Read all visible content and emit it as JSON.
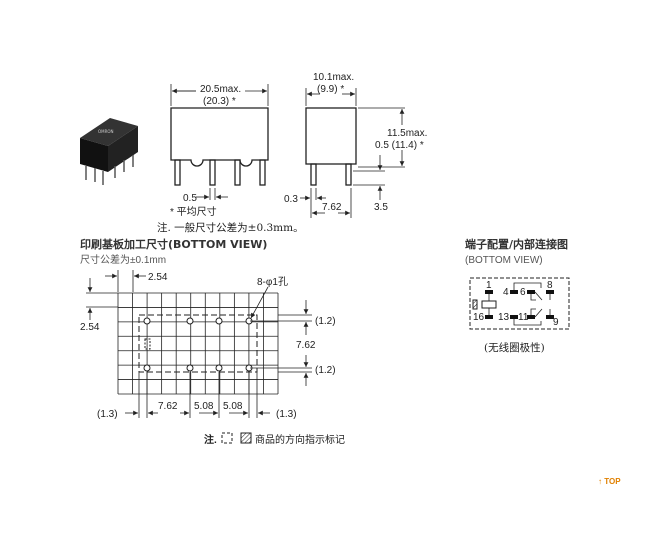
{
  "dimensions": {
    "front_width": "20.5max.",
    "front_width_avg": "(20.3) *",
    "side_width": "10.1max.",
    "side_width_avg": "(9.9) *",
    "height": "11.5max.",
    "height_avg": "0.5 (11.4) *",
    "pin_width_front": "0.5",
    "pin_width_side": "0.3",
    "pin_row_pitch": "7.62",
    "pin_length": "3.5",
    "avg_note": "* 平均尺寸",
    "tolerance_note": "注. 一般尺寸公差为±0.3mm。"
  },
  "pcb": {
    "title": "印刷基板加工尺寸(BOTTOM VIEW)",
    "tolerance": "尺寸公差为±0.1mm",
    "grid_x": "2.54",
    "grid_y": "2.54",
    "holes": "8-φ1孔",
    "margin_top": "(1.2)",
    "row_pitch": "7.62",
    "margin_bottom": "(1.2)",
    "margin_left": "(1.3)",
    "pitch_1": "7.62",
    "pitch_2": "5.08",
    "pitch_3": "5.08",
    "margin_right": "(1.3)",
    "note_prefix": "注.",
    "note_text": "商品的方向指示标记"
  },
  "terminal": {
    "title": "端子配置/内部连接图",
    "subtitle": "(BOTTOM VIEW)",
    "pins": [
      "1",
      "4",
      "6",
      "8",
      "16",
      "13",
      "11",
      "9"
    ],
    "note": "(无线圈极性)"
  },
  "top_link": "↑ TOP"
}
